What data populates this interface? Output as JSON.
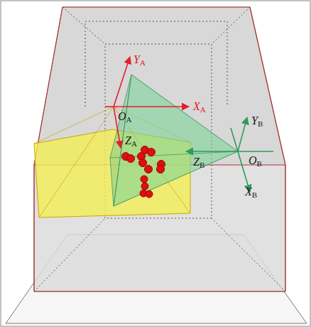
{
  "diagram": {
    "labels": [
      "YA",
      "XA",
      "OA",
      "ZA",
      "YB",
      "OB",
      "ZB",
      "XB"
    ]
  }
}
